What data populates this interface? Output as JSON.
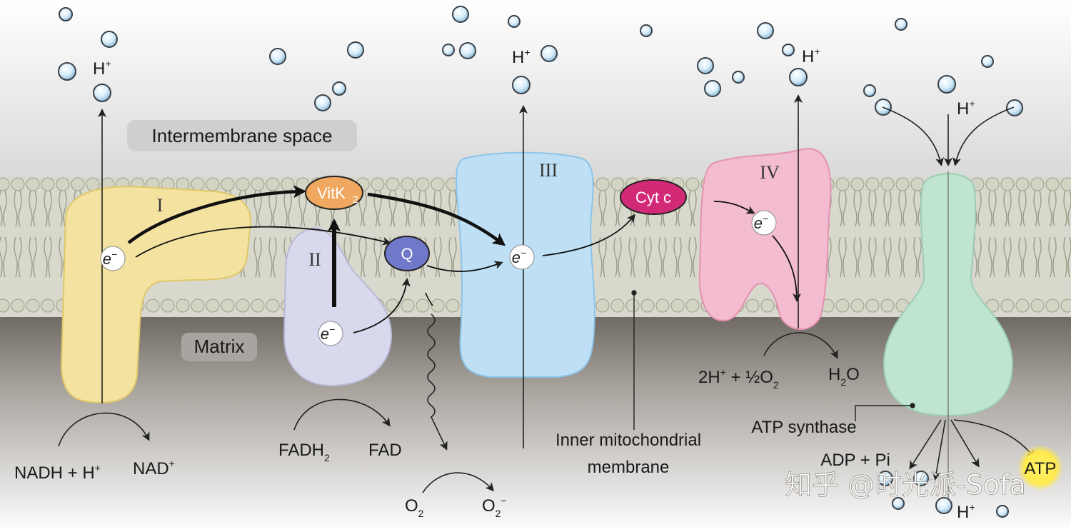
{
  "labels": {
    "intermembrane_space": "Intermembrane space",
    "matrix": "Matrix",
    "inner_membrane_line1": "Inner mitochondrial",
    "inner_membrane_line2": "membrane",
    "atp_synthase": "ATP synthase"
  },
  "complexes": {
    "c1": "I",
    "c2": "II",
    "c3": "III",
    "c4": "IV"
  },
  "carriers": {
    "vitk2": "VitK",
    "vitk2_sub": "2",
    "q": "Q",
    "cytc": "Cyt c"
  },
  "electron": {
    "base": "e",
    "sup": "−"
  },
  "proton": {
    "base": "H",
    "sup": "+"
  },
  "reactions": {
    "nadh": "NADH + H",
    "nadh_sup": "+",
    "nad": "NAD",
    "nad_sup": "+",
    "fadh": "FADH",
    "fadh_sub": "2",
    "fad": "FAD",
    "o2_base": "O",
    "o2_sub": "2",
    "o2minus_base": "O",
    "o2minus_sub": "2",
    "o2minus_sup": "−",
    "h2o_h": "H",
    "h2o_sub": "2",
    "h2o_o": "O",
    "twoh_base": "2H",
    "twoh_sup": "+",
    "twoh_mid": " + ½O",
    "twoh_sub": "2",
    "adp_pi": "ADP + Pi",
    "atp": "ATP"
  },
  "watermark": "知乎 @时光派-Sofa",
  "colors": {
    "complex_I": "#f4e3a0",
    "complex_II": "#d9d9ee",
    "complex_III": "#bfe0f4",
    "complex_IV": "#f3bcd0",
    "atp_synthase": "#bfe4cf",
    "vitk2": "#f0a860",
    "q": "#6f78c9",
    "cytc": "#d32a78",
    "atp_glow": "#ffe94d"
  }
}
